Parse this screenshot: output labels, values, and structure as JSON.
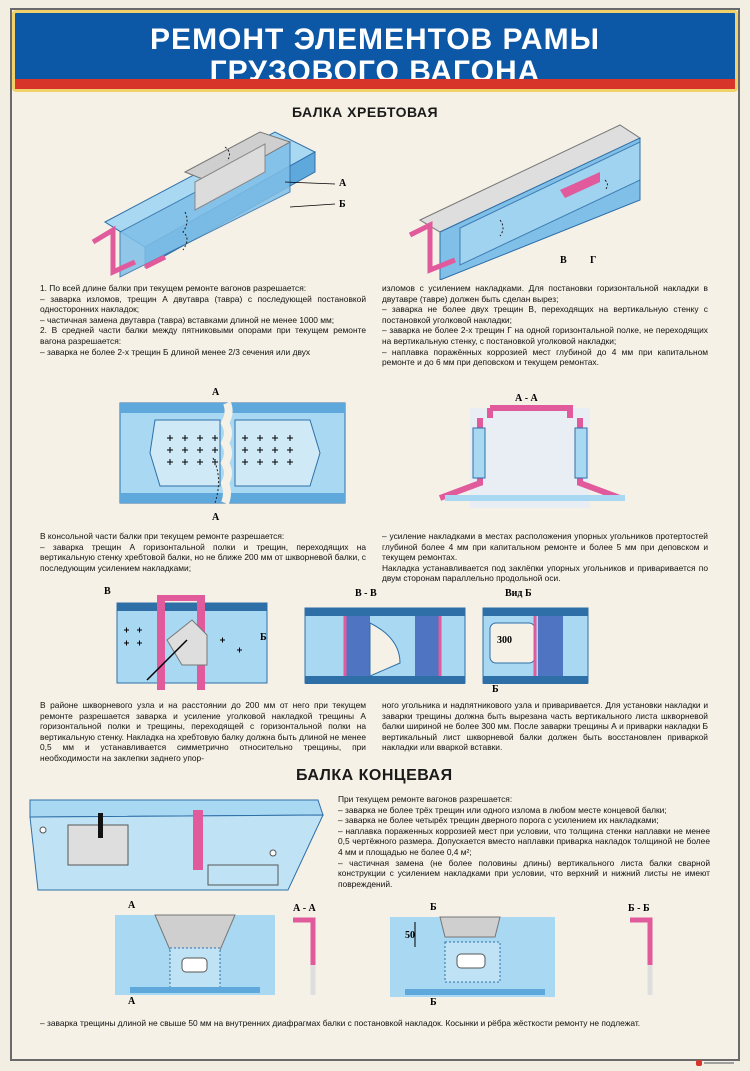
{
  "title": {
    "line1": "РЕМОНТ ЭЛЕМЕНТОВ РАМЫ",
    "line2": "ГРУЗОВОГО ВАГОНА"
  },
  "section_spine": {
    "title": "БАЛКА ХРЕБТОВАЯ"
  },
  "section_end": {
    "title": "БАЛКА КОНЦЕВАЯ"
  },
  "colors": {
    "blue": "#2f8fd6",
    "light_blue": "#a9d8f2",
    "pink": "#e05a9c",
    "title_bg": "#0c57a6",
    "accent": "#d7342a"
  },
  "labels": {
    "a": "А",
    "b": "Б",
    "v": "В",
    "g": "Г",
    "aa": "А - А",
    "vv": "В - В",
    "vid_b": "Вид Б",
    "bb": "Б - Б",
    "dim_300": "300",
    "dim_50": "50"
  },
  "text": {
    "p1": [
      "1. По всей длине балки при текущем ремонте вагонов разрешается:",
      "– заварка изломов, трещин А двутавра (тавра) с последующей постановкой односторонних накладок;",
      "– частичная замена двутавра (тавра) вставками длиной не менее 1000 мм;",
      "2. В средней части балки между пятниковыми опорами при текущем ремонте вагона разрешается:",
      "– заварка не более 2-х трещин Б длиной менее 2/3 сечения или двух"
    ],
    "p2": [
      "изломов с усилением накладками. Для постановки горизонтальной накладки в двутавре (тавре) должен быть сделан вырез;",
      "– заварка не более двух трещин В, переходящих на вертикальную стенку с постановкой уголковой накладки;",
      "– заварка не более 2-х трещин Г на одной горизонтальной полке, не переходящих на вертикальную стенку, с постановкой уголковой накладки;",
      "– наплавка поражённых коррозией мест глубиной до 4 мм при капитальном ремонте и до 6 мм при деповском и текущем ремонтах."
    ],
    "p3": [
      "В консольной части балки при текущем ремонте разрешается:",
      "– заварка трещин А горизонтальной полки и трещин, переходящих на вертикальную стенку хребтовой балки, но не ближе 200 мм от шкворневой балки, с последующим усилением накладками;"
    ],
    "p4": [
      "– усиление накладками в местах расположения упорных угольников протертостей глубиной более 4 мм при капитальном ремонте и более 5 мм при деповском и текущем ремонтах.",
      "Накладка устанавливается под заклёпки упорных угольников и приваривается по двум сторонам параллельно продольной оси."
    ],
    "p5": [
      "В районе шкворневого узла и на расстоянии до 200 мм от него при текущем ремонте разрешается заварка и усиление уголковой накладкой трещины А горизонтальной полки и трещины, переходящей с горизонтальной полки на вертикальную стенку. Накладка на хребтовую балку должна быть длиной не менее 0,5 мм и устанавливается симметрично относительно трещины, при необходимости на заклепки заднего упор-"
    ],
    "p6": [
      "ного угольника и надпятникового узла и приваривается. Для установки накладки и заварки трещины должна быть вырезана часть вертикального листа шкворневой балки шириной не более 300 мм. После заварки трещины А и приварки накладки Б вертикальный лист шкворневой балки должен быть восстановлен приваркой накладки или вваркой вставки."
    ],
    "p7": [
      "При текущем ремонте вагонов разрешается:",
      "– заварка не более трёх трещин или одного излома в любом месте концевой балки;",
      "– заварка не более четырёх трещин дверного порога с усилением их накладками;",
      "– наплавка пораженных коррозией мест при условии, что толщина стенки наплавки не менее 0,5 чертёжного размера. Допускается вместо наплавки приварка накладок толщиной не более 4 мм и площадью не более 0,4 м²;",
      "– частичная замена (не более половины длины) вертикального листа балки сварной конструкции с усилением накладками при условии, что верхний и нижний листы не имеют повреждений."
    ],
    "p8": [
      "– заварка трещины длиной не свыше 50 мм на внутренних диафрагмах балки с постановкой накладок. Косынки и рёбра жёсткости ремонту не подлежат."
    ]
  }
}
